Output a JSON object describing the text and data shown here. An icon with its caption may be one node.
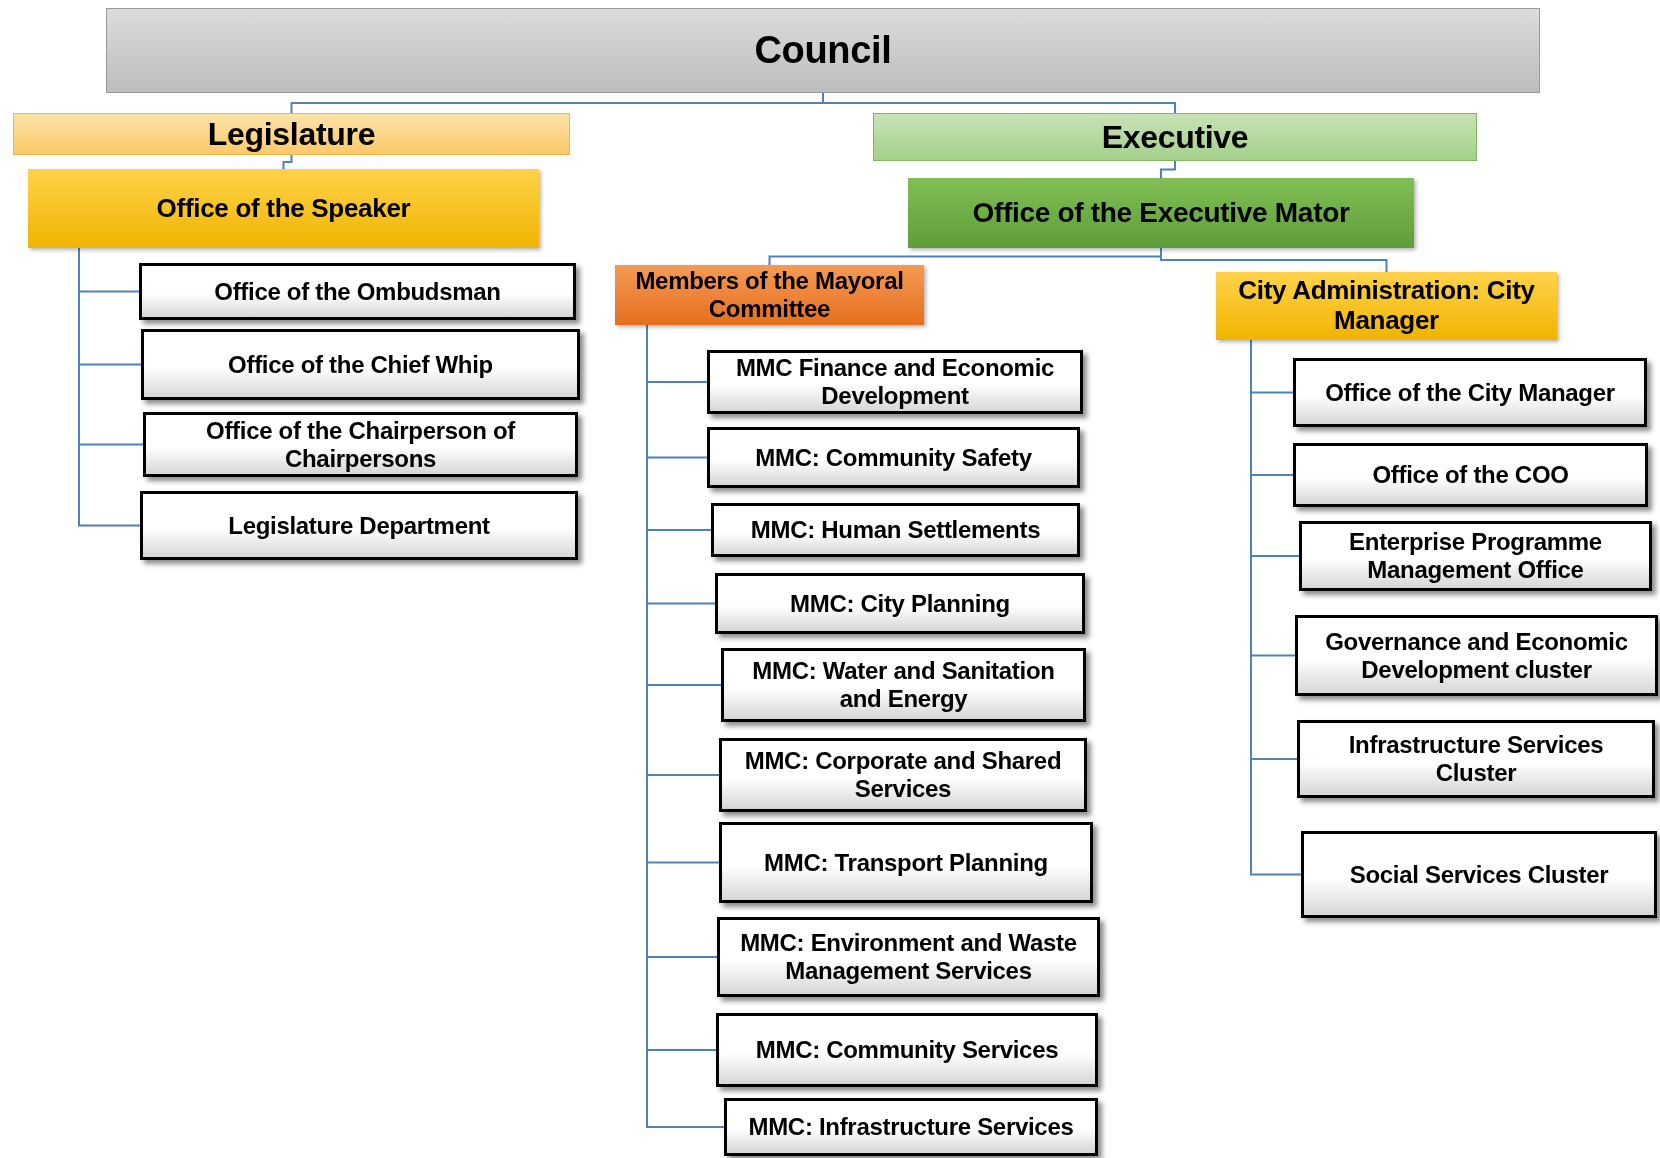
{
  "diagram": {
    "nodes": [
      {
        "text": [
          "Council"
        ]
      },
      {
        "text": [
          "Legislature"
        ]
      },
      {
        "text": [
          "Executive"
        ]
      },
      {
        "text": [
          "Office of the Speaker"
        ]
      },
      {
        "text": [
          "Office of the Ombudsman"
        ]
      },
      {
        "text": [
          "Office of the Chief Whip"
        ]
      },
      {
        "text": [
          "Office of the Chairperson of Chairpersons"
        ]
      },
      {
        "text": [
          "Legislature Department"
        ]
      },
      {
        "text": [
          "Office of the Executive Mator"
        ]
      },
      {
        "text": [
          "Members of the Mayoral Committee"
        ]
      },
      {
        "text": [
          "City Administration: City Manager"
        ]
      },
      {
        "text": [
          "MMC Finance and Economic Development"
        ]
      },
      {
        "text": [
          "MMC: Community Safety"
        ]
      },
      {
        "text": [
          "MMC: Human Settlements"
        ]
      },
      {
        "text": [
          "MMC: City Planning"
        ]
      },
      {
        "text": [
          "MMC: Water and Sanitation and Energy"
        ]
      },
      {
        "text": [
          "MMC: Corporate and Shared Services"
        ]
      },
      {
        "text": [
          "MMC: Transport Planning"
        ]
      },
      {
        "text": [
          "MMC: Environment and Waste Management Services"
        ]
      },
      {
        "text": [
          "MMC: Community Services"
        ]
      },
      {
        "text": [
          "MMC: Infrastructure Services"
        ]
      },
      {
        "text": [
          "Office of the City Manager"
        ]
      },
      {
        "text": [
          "Office of the COO"
        ]
      },
      {
        "text": [
          "Enterprise Programme Management Office"
        ]
      },
      {
        "text": [
          "Governance and Economic Development cluster"
        ]
      },
      {
        "text": [
          "Infrastructure Services Cluster"
        ]
      },
      {
        "text": [
          "Social Services Cluster"
        ]
      }
    ],
    "edges": [
      {
        "from": 0,
        "to": 1,
        "arrow": "none"
      },
      {
        "from": 0,
        "to": 2,
        "arrow": "none"
      },
      {
        "from": 1,
        "to": 3,
        "arrow": "none"
      },
      {
        "from": 3,
        "to": 4,
        "arrow": "none"
      },
      {
        "from": 3,
        "to": 5,
        "arrow": "none"
      },
      {
        "from": 3,
        "to": 6,
        "arrow": "none"
      },
      {
        "from": 3,
        "to": 7,
        "arrow": "none"
      },
      {
        "from": 2,
        "to": 8,
        "arrow": "none"
      },
      {
        "from": 8,
        "to": 9,
        "arrow": "none"
      },
      {
        "from": 8,
        "to": 10,
        "arrow": "none"
      },
      {
        "from": 9,
        "to": 11,
        "arrow": "none"
      },
      {
        "from": 9,
        "to": 12,
        "arrow": "none"
      },
      {
        "from": 9,
        "to": 13,
        "arrow": "none"
      },
      {
        "from": 9,
        "to": 14,
        "arrow": "none"
      },
      {
        "from": 9,
        "to": 15,
        "arrow": "none"
      },
      {
        "from": 9,
        "to": 16,
        "arrow": "none"
      },
      {
        "from": 9,
        "to": 17,
        "arrow": "none"
      },
      {
        "from": 9,
        "to": 18,
        "arrow": "none"
      },
      {
        "from": 9,
        "to": 19,
        "arrow": "none"
      },
      {
        "from": 9,
        "to": 20,
        "arrow": "none"
      },
      {
        "from": 10,
        "to": 21,
        "arrow": "none"
      },
      {
        "from": 10,
        "to": 22,
        "arrow": "none"
      },
      {
        "from": 10,
        "to": 23,
        "arrow": "none"
      },
      {
        "from": 10,
        "to": 24,
        "arrow": "none"
      },
      {
        "from": 10,
        "to": 25,
        "arrow": "none"
      },
      {
        "from": 10,
        "to": 26,
        "arrow": "none"
      }
    ]
  }
}
